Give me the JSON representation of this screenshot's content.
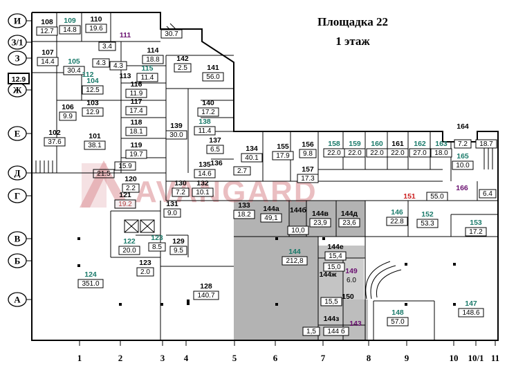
{
  "title": {
    "line1": "Площадка 22",
    "line2": "1 этаж"
  },
  "watermark": "AVANGARD",
  "colors": {
    "line": "#000000",
    "accent_green": "#1a7a6a",
    "accent_purple": "#6a1070",
    "accent_red": "#cc2020",
    "shade": "#b3b3b3",
    "shade_dark": "#9a9a9a",
    "watermark": "#d9898f"
  },
  "row_axes": [
    "И",
    "З/1",
    "З",
    "Ж",
    "Е",
    "Д",
    "Г",
    "В",
    "Б",
    "А"
  ],
  "col_axes": [
    "1",
    "2",
    "3",
    "4",
    "5",
    "6",
    "7",
    "8",
    "9",
    "10",
    "10/1",
    "11"
  ],
  "side_marker": "12.9",
  "rooms": [
    {
      "num": "108",
      "area": "12.7"
    },
    {
      "num": "109",
      "area": "14.8"
    },
    {
      "num": "110",
      "area": "19.6"
    },
    {
      "num": "111",
      "area": ""
    },
    {
      "num": "",
      "area": "30.7"
    },
    {
      "num": "",
      "area": "3.4"
    },
    {
      "num": "107",
      "area": "14.4"
    },
    {
      "num": "105",
      "area": "30.4"
    },
    {
      "num": "",
      "area": "4.3"
    },
    {
      "num": "",
      "area": "4.3"
    },
    {
      "num": "114",
      "area": "18.8"
    },
    {
      "num": "142",
      "area": "2.5"
    },
    {
      "num": "112",
      "area": ""
    },
    {
      "num": "113",
      "area": ""
    },
    {
      "num": "115",
      "area": "11.4"
    },
    {
      "num": "141",
      "area": "56.0"
    },
    {
      "num": "104",
      "area": "12.5"
    },
    {
      "num": "116",
      "area": "11.9"
    },
    {
      "num": "106",
      "area": "9.9"
    },
    {
      "num": "103",
      "area": "12.9"
    },
    {
      "num": "117",
      "area": "17.4"
    },
    {
      "num": "140",
      "area": "17.2"
    },
    {
      "num": "102",
      "area": "37.6"
    },
    {
      "num": "101",
      "area": "38.1"
    },
    {
      "num": "118",
      "area": "18.1"
    },
    {
      "num": "139",
      "area": "30.0"
    },
    {
      "num": "138",
      "area": "11.4"
    },
    {
      "num": "137",
      "area": "6.5"
    },
    {
      "num": "119",
      "area": "19.7"
    },
    {
      "num": "136",
      "area": ""
    },
    {
      "num": "134",
      "area": "40.1"
    },
    {
      "num": "155",
      "area": "17.9"
    },
    {
      "num": "156",
      "area": "9.8"
    },
    {
      "num": "158",
      "area": "22.0"
    },
    {
      "num": "159",
      "area": "22.0"
    },
    {
      "num": "160",
      "area": "22.0"
    },
    {
      "num": "161",
      "area": "22.0"
    },
    {
      "num": "162",
      "area": "27.0"
    },
    {
      "num": "163",
      "area": "18.0"
    },
    {
      "num": "164",
      "area": ""
    },
    {
      "num": "",
      "area": "7.2"
    },
    {
      "num": "",
      "area": "18.7"
    },
    {
      "num": "165",
      "area": "10.0"
    },
    {
      "num": "",
      "area": "21.5"
    },
    {
      "num": "",
      "area": "15.9"
    },
    {
      "num": "135",
      "area": "14.6"
    },
    {
      "num": "",
      "area": "2.7"
    },
    {
      "num": "157",
      "area": "17.3"
    },
    {
      "num": "120",
      "area": "2.2"
    },
    {
      "num": "130",
      "area": "7.2"
    },
    {
      "num": "132",
      "area": "10.1"
    },
    {
      "num": "151",
      "area": ""
    },
    {
      "num": "",
      "area": "55.0"
    },
    {
      "num": "166",
      "area": ""
    },
    {
      "num": "",
      "area": "6.4"
    },
    {
      "num": "121",
      "area": "19.2"
    },
    {
      "num": "131",
      "area": "9.0"
    },
    {
      "num": "133",
      "area": "18.2"
    },
    {
      "num": "144а",
      "area": "49,1"
    },
    {
      "num": "144б",
      "area": ""
    },
    {
      "num": "144в",
      "area": "23,9"
    },
    {
      "num": "144д",
      "area": "23,6"
    },
    {
      "num": "146",
      "area": "22.8"
    },
    {
      "num": "152",
      "area": "53.3"
    },
    {
      "num": "",
      "area": "10,0"
    },
    {
      "num": "153",
      "area": "17.2"
    },
    {
      "num": "122",
      "area": "20.0"
    },
    {
      "num": "123",
      "area": "8.5"
    },
    {
      "num": "129",
      "area": "9.5"
    },
    {
      "num": "144",
      "area": "212,8"
    },
    {
      "num": "144е",
      "area": "15,4"
    },
    {
      "num": "123",
      "area": "2.0"
    },
    {
      "num": "",
      "area": "15,0"
    },
    {
      "num": "144ж",
      "area": ""
    },
    {
      "num": "149",
      "area": "6.0"
    },
    {
      "num": "124",
      "area": "351.0"
    },
    {
      "num": "128",
      "area": "140.7"
    },
    {
      "num": "150",
      "area": ""
    },
    {
      "num": "",
      "area": "15,5"
    },
    {
      "num": "147",
      "area": "148.6"
    },
    {
      "num": "148",
      "area": "57.0"
    },
    {
      "num": "144з",
      "area": ""
    },
    {
      "num": "143",
      "area": ""
    },
    {
      "num": "",
      "area": "1,5"
    },
    {
      "num": "",
      "area": "144 б"
    }
  ]
}
